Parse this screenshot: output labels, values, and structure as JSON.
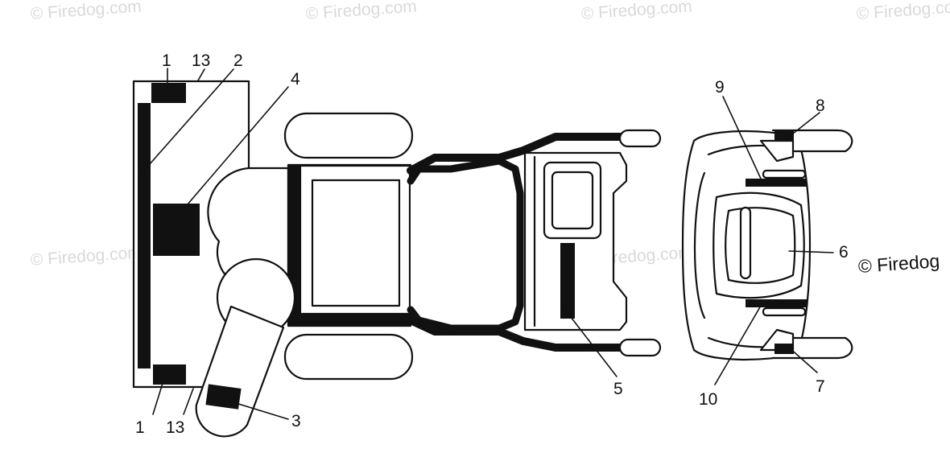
{
  "watermark": {
    "text": "© Firedog.com",
    "color": "#d9d9d9"
  },
  "copyright_notice": "© Firedog",
  "callouts": {
    "c1_top": "1",
    "c13_top": "13",
    "c2": "2",
    "c4": "4",
    "c9": "9",
    "c8": "8",
    "c6": "6",
    "c1_bottom": "1",
    "c13_bottom": "13",
    "c3": "3",
    "c5": "5",
    "c10": "10",
    "c7": "7"
  },
  "colors": {
    "ink": "#111111",
    "paper": "#ffffff",
    "decal": "#111111"
  }
}
